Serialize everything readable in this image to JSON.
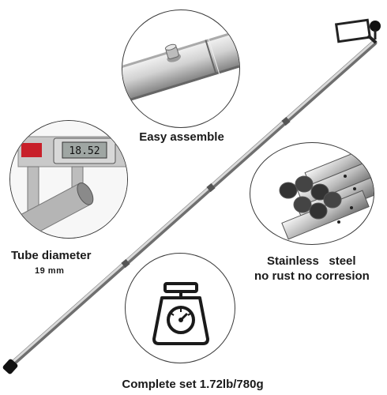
{
  "features": {
    "assembly": {
      "caption": "Easy assemble",
      "icon": "pin-connector"
    },
    "diameter": {
      "caption": "Tube diameter",
      "value": "19 mm",
      "icon": "caliper"
    },
    "material": {
      "caption_line1": "Stainless   steel",
      "caption_line2": "no rust no corresion",
      "icon": "tube-bundle"
    },
    "weight": {
      "caption": "Complete set 1.72lb/780g",
      "icon": "scale-icon"
    }
  },
  "caliper_display": "18.52",
  "colors": {
    "outline": "#3a3a3a",
    "steel": "#c8c8c8",
    "steel_dark": "#8a8a8a",
    "rubber": "#111111",
    "caliper_red": "#c8202a"
  }
}
